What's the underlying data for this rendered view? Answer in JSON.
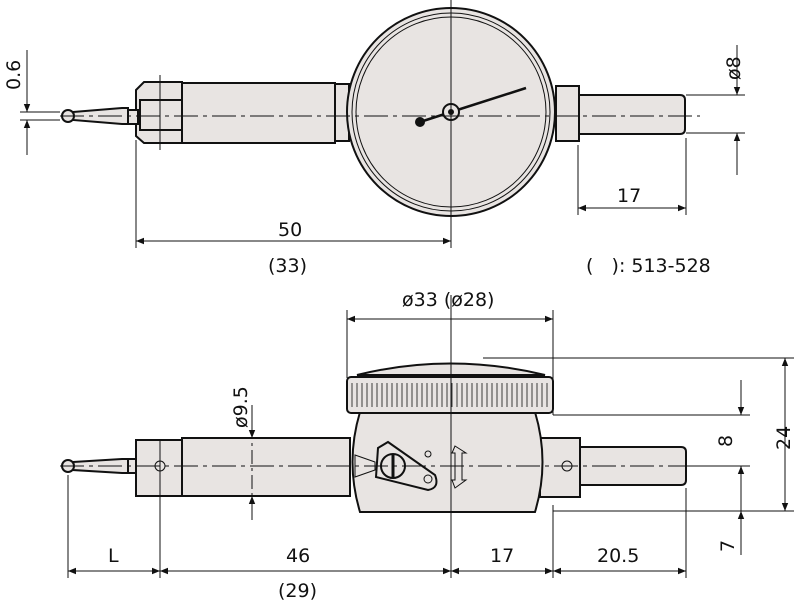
{
  "top_view": {
    "tip_diameter": "0.6",
    "stem_diameter": "ø8",
    "stem_length": "17",
    "length_main": "50",
    "length_alt": "(33)",
    "note": "(   ): 513-528"
  },
  "side_view": {
    "dial_diameter": "ø33 (ø28)",
    "body_diameter": "ø9.5",
    "height_8": "8",
    "height_24": "24",
    "height_7": "7",
    "length_L": "L",
    "length_46": "46",
    "length_46_alt": "(29)",
    "length_17": "17",
    "length_20_5": "20.5"
  }
}
